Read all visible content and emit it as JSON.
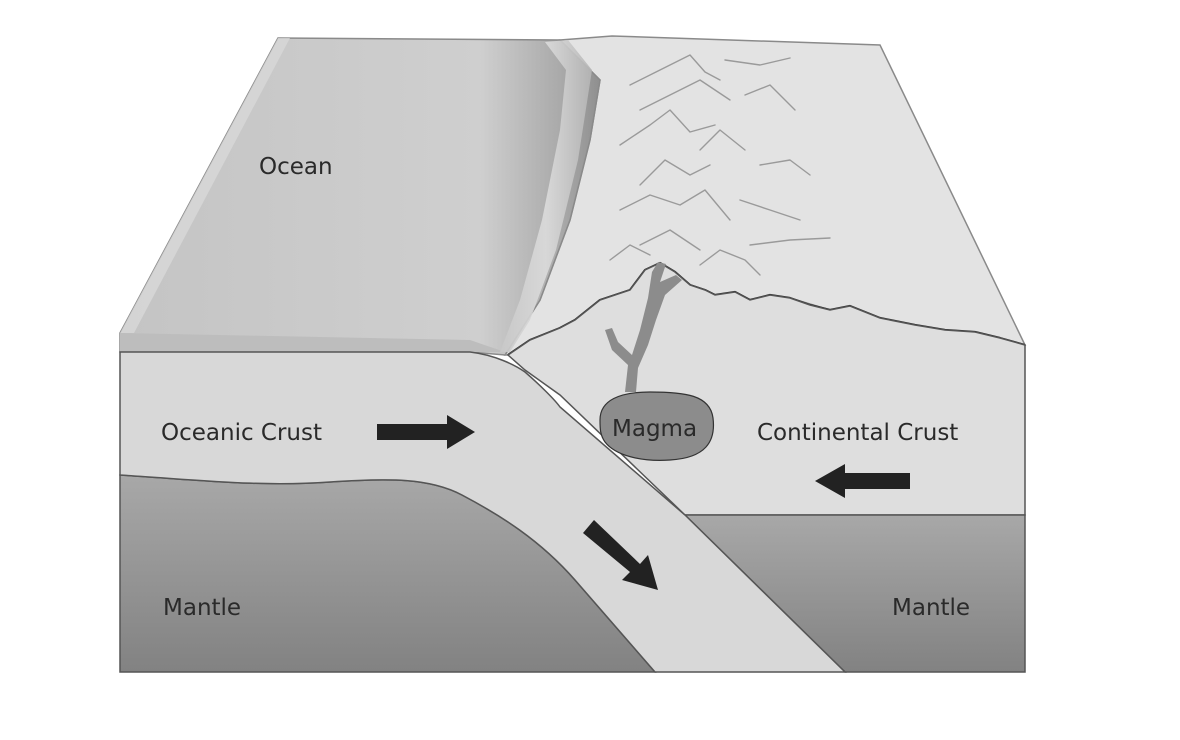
{
  "labels": {
    "ocean": "Ocean",
    "oceanic_crust": "Oceanic Crust",
    "continental_crust": "Continental Crust",
    "magma": "Magma",
    "mantle_left": "Mantle",
    "mantle_right": "Mantle"
  },
  "colors": {
    "ocean_surface": "#c9c9c9",
    "land_surface": "#e2e2e2",
    "crust": "#d9d9d9",
    "mantle_light": "#a6a6a6",
    "mantle_dark": "#858585",
    "magma": "#8c8c8c",
    "arrow": "#222222",
    "outline": "#555555"
  },
  "arrows": [
    {
      "name": "oceanic-plate-motion-arrow",
      "direction": "right"
    },
    {
      "name": "continental-plate-motion-arrow",
      "direction": "left"
    },
    {
      "name": "subduction-arrow",
      "direction": "down-right"
    }
  ]
}
